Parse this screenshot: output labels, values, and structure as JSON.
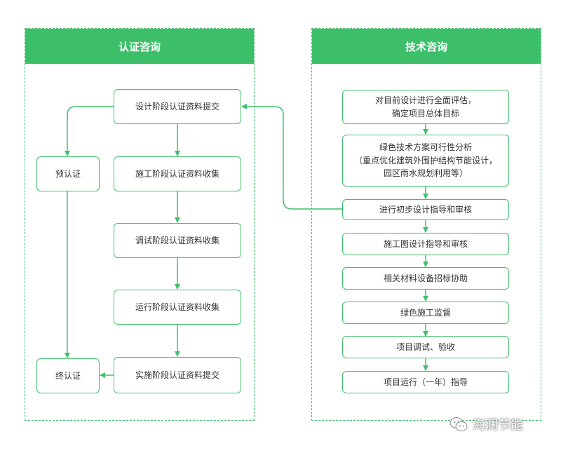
{
  "panels": {
    "left": {
      "title": "认证咨询"
    },
    "right": {
      "title": "技术咨询"
    }
  },
  "left_steps": [
    "设计阶段认证资料提交",
    "施工阶段认证资料收集",
    "调试阶段认证资料收集",
    "运行阶段认证资料收集",
    "实施阶段认证资料提交"
  ],
  "side_boxes": {
    "pre": "预认证",
    "final": "终认证"
  },
  "right_steps": [
    "对目前设计进行全面评估，\n确定项目总体目标",
    "绿色技术方案可行性分析\n（重点优化建筑外围护结构节能设计，\n园区雨水规划利用等）",
    "进行初步设计指导和审核",
    "施工图设计指导和审核",
    "相关材料设备招标协助",
    "绿色施工监督",
    "项目调试、验收",
    "项目运行（一年）指导"
  ],
  "watermark": {
    "text": "海润节能",
    "icon": "wechat-icon"
  },
  "colors": {
    "accent": "#3dbf6a",
    "border": "#3fc06a",
    "text": "#333333"
  }
}
